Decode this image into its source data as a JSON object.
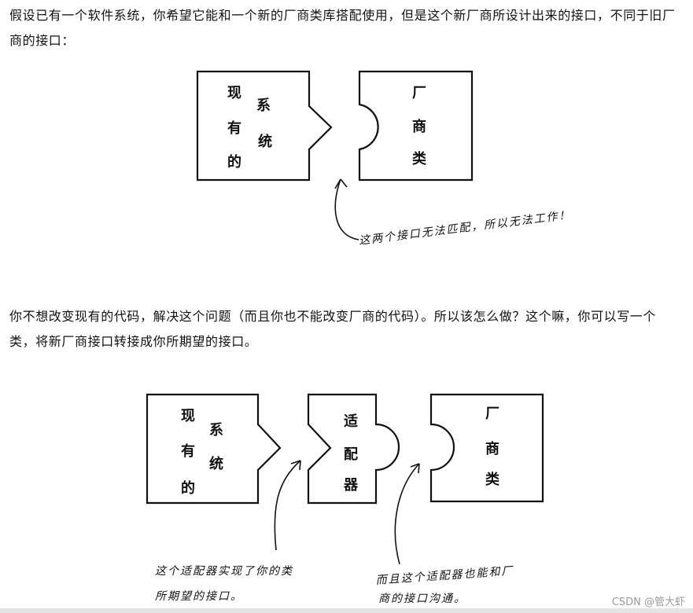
{
  "paragraph1": "假设已有一个软件系统，你希望它能和一个新的厂商类库搭配使用，但是这个新厂商所设计出来的接口，不同于旧厂商的接口：",
  "paragraph2": "你不想改变现有的代码，解决这个问题（而且你也不能改变厂商的代码）。所以该怎么做？这个嘛，你可以写一个类，将新厂商接口转接成你所期望的接口。",
  "diagram1": {
    "existing_system": [
      "现",
      "系",
      "有",
      "统",
      "的"
    ],
    "vendor_class": [
      "厂",
      "商",
      "类"
    ],
    "note": "这两个接口无法匹配，所以无法工作！"
  },
  "diagram2": {
    "existing_system": [
      "现",
      "系",
      "有",
      "统",
      "的"
    ],
    "adapter": [
      "适",
      "配",
      "器"
    ],
    "vendor_class": [
      "厂",
      "商",
      "类"
    ],
    "note_adapter_line1": "这个适配器实现了你的类",
    "note_adapter_line2": "所期望的接口。",
    "note_vendor_line1": "而且这个适配器也能和厂",
    "note_vendor_line2": "商的接口沟通。"
  },
  "watermark": "CSDN @管大虾"
}
